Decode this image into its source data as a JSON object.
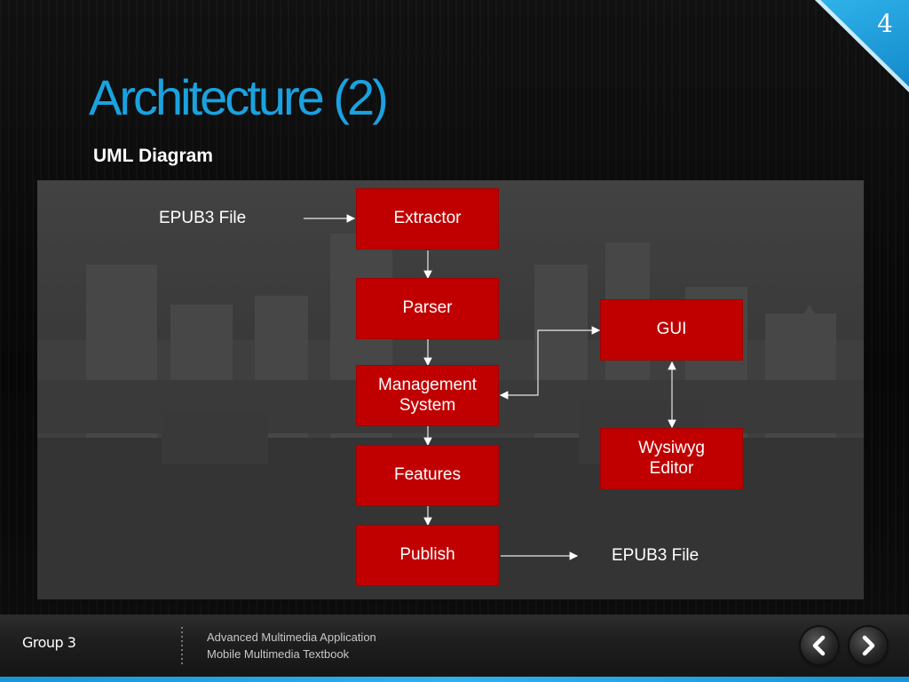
{
  "slide": {
    "page_number": "4",
    "title": "Architecture  (2)",
    "subtitle": "UML Diagram"
  },
  "diagram": {
    "input_label": "EPUB3 File",
    "output_label": "EPUB3 File",
    "boxes": {
      "extractor": "Extractor",
      "parser": "Parser",
      "management": "Management\nSystem",
      "features": "Features",
      "publish": "Publish",
      "gui": "GUI",
      "editor": "Wysiwyg\nEditor"
    }
  },
  "footer": {
    "group": "Group  3",
    "course_line1": "Advanced Multimedia Application",
    "course_line2": "Mobile Multimedia Textbook"
  },
  "navigation": {
    "prev_icon": "chevron-left-icon",
    "next_icon": "chevron-right-icon"
  },
  "colors": {
    "accent": "#1aa2e0",
    "box": "#c00000",
    "background": "#0b0b0b"
  }
}
